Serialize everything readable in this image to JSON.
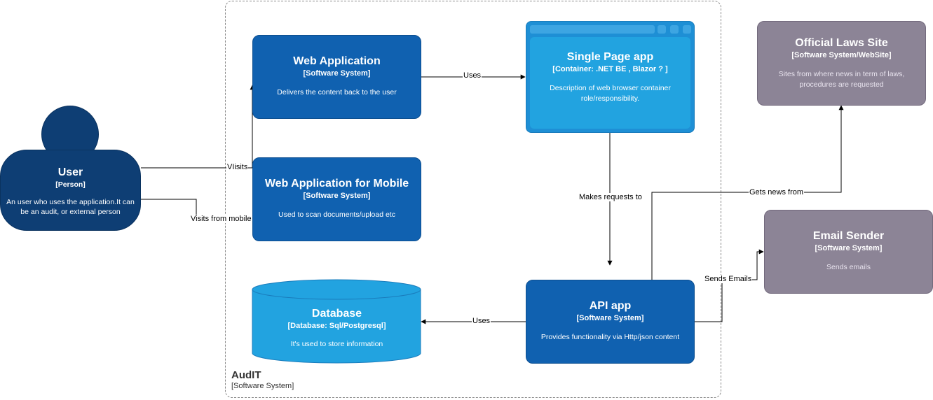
{
  "boundary": {
    "title": "AudIT",
    "technology": "[Software System]"
  },
  "person": {
    "name": "User",
    "type": "[Person]",
    "description": "An user who uses the application.It can be an audit, or external person"
  },
  "web_app": {
    "name": "Web Application",
    "type": "[Software System]",
    "description": "Delivers the content back to the user"
  },
  "mobile_app": {
    "name": "Web Application for Mobile",
    "type": "[Software System]",
    "description": "Used to scan documents/upload etc"
  },
  "spa": {
    "name": "Single Page app",
    "type": "[Container: .NET BE , Blazor ? ]",
    "description": "Description of web browser container role/responsibility."
  },
  "api": {
    "name": "API app",
    "type": "[Software System]",
    "description": "Provides functionality via Http/json content"
  },
  "database": {
    "name": "Database",
    "type": "[Database: Sql/Postgresql]",
    "description": "It's used to store information"
  },
  "laws_site": {
    "name": "Official Laws Site",
    "type": "[Software System/WebSite]",
    "description": "Sites from where news in term of laws, procedures are requested"
  },
  "email_sender": {
    "name": "Email Sender",
    "type": "[Software System]",
    "description": "Sends emails"
  },
  "edges": {
    "visits": "VIisits",
    "visits_mobile": "Visits from mobile",
    "uses_spa": "Uses",
    "makes_requests": "Makes requests to",
    "uses_db": "Uses",
    "gets_news": "Gets news from",
    "sends_emails": "Sends Emails"
  },
  "colors": {
    "container_dark": "#1061b0",
    "container_light": "#22a3e0",
    "person": "#0e3e74",
    "external": "#8c8496"
  }
}
